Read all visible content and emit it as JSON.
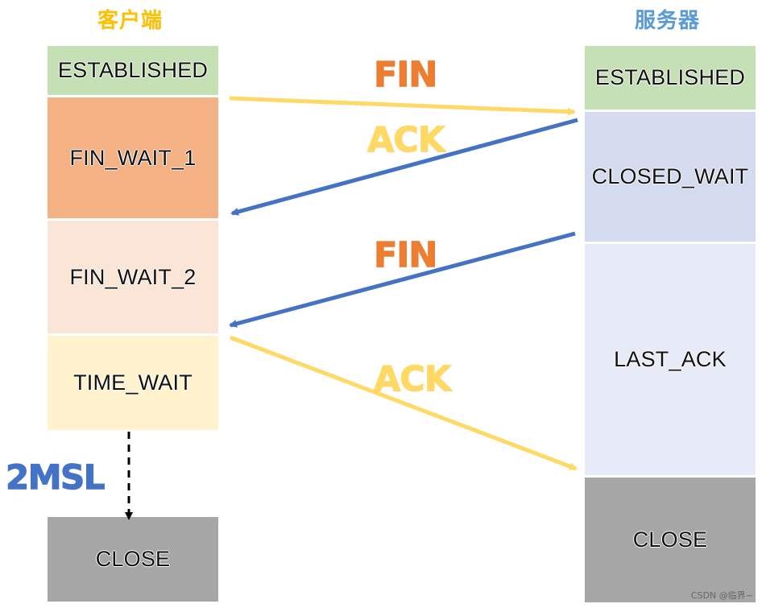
{
  "titles": {
    "client": "客户端",
    "server": "服务器"
  },
  "colors": {
    "client_title": "#FFC000",
    "server_title": "#5B9BD5",
    "yellow_arrow": "#FFD966",
    "blue_arrow": "#4472C4",
    "fin_label": "#ED7D31",
    "ack_label": "#FFD966",
    "msl_label": "#4472C4",
    "dashed_line": "#000000"
  },
  "client_states": [
    {
      "label": "ESTABLISHED",
      "color": "#C5E0B4"
    },
    {
      "label": "FIN_WAIT_1",
      "color": "#F4B183"
    },
    {
      "label": "FIN_WAIT_2",
      "color": "#FBE5D6"
    },
    {
      "label": "TIME_WAIT",
      "color": "#FFF2CC"
    },
    {
      "label": "CLOSE",
      "color": "#A6A6A6"
    }
  ],
  "server_states": [
    {
      "label": "ESTABLISHED",
      "color": "#C5E0B4"
    },
    {
      "label": "CLOSED_WAIT",
      "color": "#D5DBEF"
    },
    {
      "label": "LAST_ACK",
      "color": "#E7EAF7"
    },
    {
      "label": "CLOSE",
      "color": "#A6A6A6"
    }
  ],
  "messages": [
    {
      "label": "FIN",
      "direction": "client-to-server",
      "color": "#FFD966"
    },
    {
      "label": "ACK",
      "direction": "server-to-client",
      "color": "#4472C4"
    },
    {
      "label": "FIN",
      "direction": "server-to-client",
      "color": "#4472C4"
    },
    {
      "label": "ACK",
      "direction": "client-to-server",
      "color": "#FFD966"
    }
  ],
  "timer_label": "2MSL",
  "watermark": "CSDN @临界~"
}
